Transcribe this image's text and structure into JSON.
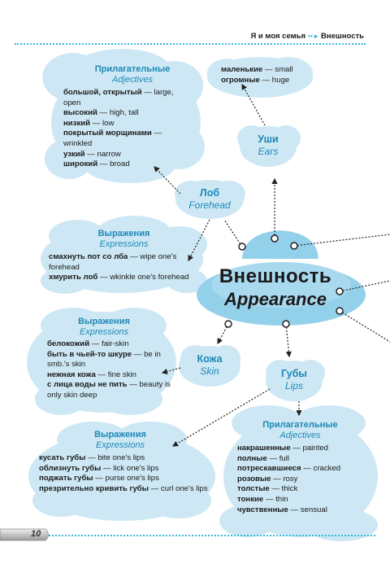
{
  "header": {
    "section": "Я и моя семья",
    "topic": "Внешность"
  },
  "title": {
    "ru": "Внешность",
    "en": "Appearance"
  },
  "adjectives_top": {
    "ru": "Прилагательные",
    "en": "Adjectives",
    "items": [
      {
        "term": "большой, открытый",
        "gloss": " — large, open"
      },
      {
        "term": "высокий",
        "gloss": " — high, tall"
      },
      {
        "term": "низкий",
        "gloss": " — low"
      },
      {
        "term": "покрытый морщинами",
        "gloss": " — wrinkled"
      },
      {
        "term": "узкий",
        "gloss": " — narrow"
      },
      {
        "term": "широкий",
        "gloss": " — broad"
      }
    ]
  },
  "ears_words": {
    "items": [
      {
        "term": "маленькие",
        "gloss": " — small"
      },
      {
        "term": "огромные",
        "gloss": " — huge"
      }
    ]
  },
  "nodes": {
    "ears": {
      "ru": "Уши",
      "en": "Ears"
    },
    "forehead": {
      "ru": "Лоб",
      "en": "Forehead"
    },
    "skin": {
      "ru": "Кожа",
      "en": "Skin"
    },
    "lips": {
      "ru": "Губы",
      "en": "Lips"
    }
  },
  "expressions_forehead": {
    "ru": "Выражения",
    "en": "Expressions",
    "items": [
      {
        "term": "смахнуть пот со лба",
        "gloss": " — wipe one's forehead"
      },
      {
        "term": "хмурить лоб",
        "gloss": " — wkinkle one's forehead"
      }
    ]
  },
  "expressions_skin": {
    "ru": "Выражения",
    "en": "Expressions",
    "items": [
      {
        "term": "белокожий",
        "gloss": " — fair-skin"
      },
      {
        "term": "быть в чьей-то шкуре",
        "gloss": " — be in smb.'s skin"
      },
      {
        "term": "нежная кожа",
        "gloss": " — fine skin"
      },
      {
        "term": "с лица воды не пить",
        "gloss": " — beauty is only skin deep"
      }
    ]
  },
  "expressions_lips": {
    "ru": "Выражения",
    "en": "Expressions",
    "items": [
      {
        "term": "кусать губы",
        "gloss": " — bite one's lips"
      },
      {
        "term": "облизнуть губы",
        "gloss": " — lick one's lips"
      },
      {
        "term": "поджать губы",
        "gloss": " — purse one's lips"
      },
      {
        "term": "презрительно кривить губы",
        "gloss": " — curl one's lips"
      }
    ]
  },
  "adjectives_lips": {
    "ru": "Прилагательные",
    "en": "Adjectives",
    "items": [
      {
        "term": "накрашенные",
        "gloss": " — painted"
      },
      {
        "term": "полные",
        "gloss": " — full"
      },
      {
        "term": "потрескавшиеся",
        "gloss": " — cracked"
      },
      {
        "term": "розовые",
        "gloss": " — rosy"
      },
      {
        "term": "толстые",
        "gloss": " — thick"
      },
      {
        "term": "тонкие",
        "gloss": " — thin"
      },
      {
        "term": "чувственные",
        "gloss": " — sensual"
      }
    ]
  },
  "footer": {
    "page": "10"
  },
  "colors": {
    "cloud": "#cde8f4",
    "accent": "#36b7d9",
    "text_blue": "#1e88b8",
    "hat": "#93d0ea"
  }
}
